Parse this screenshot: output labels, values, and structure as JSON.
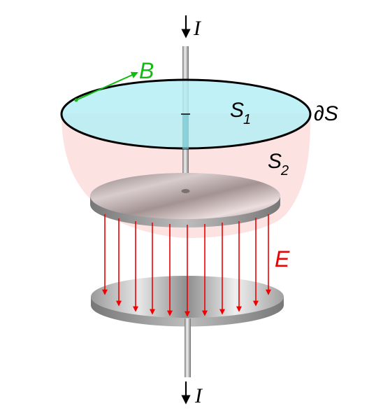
{
  "labels": {
    "current_top": "I",
    "current_bottom": "I",
    "magnetic_field": "B",
    "surface_one_main": "S",
    "surface_one_sub": "1",
    "surface_two_main": "S",
    "surface_two_sub": "2",
    "boundary": "∂S",
    "electric_field": "E"
  },
  "colors": {
    "magnetic_field": "#11bb11",
    "electric_field": "#ee0000",
    "surface_one_fill": "#b4eef4",
    "surface_two_fill": "#fde0e0",
    "outline": "#000000",
    "plate_light": "#e2e2e2",
    "plate_dark": "#8a8a8a"
  }
}
